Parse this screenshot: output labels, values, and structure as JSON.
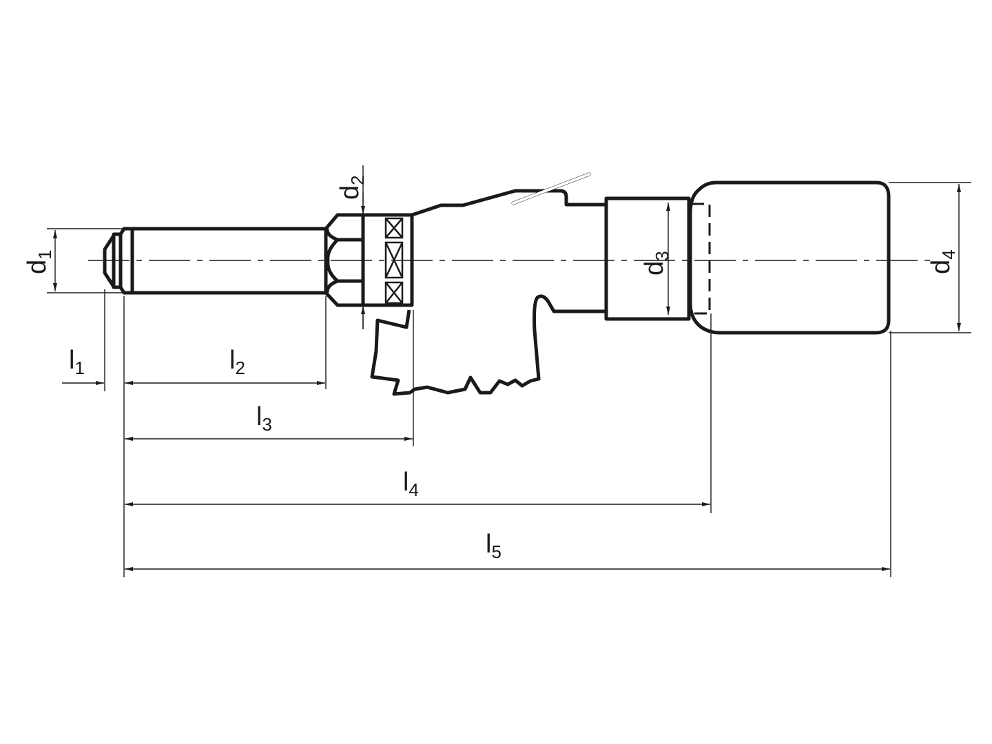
{
  "dimensions": {
    "d1": {
      "letter": "d",
      "sub": "1"
    },
    "d2": {
      "letter": "d",
      "sub": "2"
    },
    "d3": {
      "letter": "d",
      "sub": "3"
    },
    "d4": {
      "letter": "d",
      "sub": "4"
    },
    "l1": {
      "letter": "l",
      "sub": "1"
    },
    "l2": {
      "letter": "l",
      "sub": "2"
    },
    "l3": {
      "letter": "l",
      "sub": "3"
    },
    "l4": {
      "letter": "l",
      "sub": "4"
    },
    "l5": {
      "letter": "l",
      "sub": "5"
    }
  }
}
